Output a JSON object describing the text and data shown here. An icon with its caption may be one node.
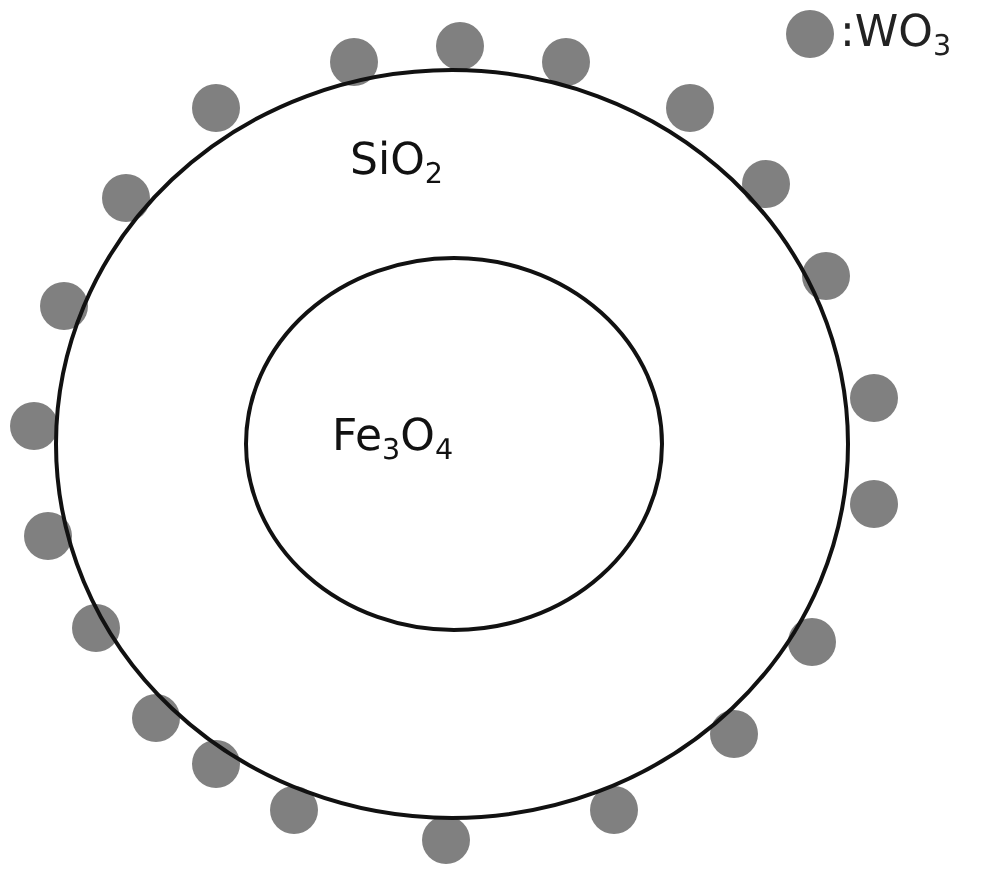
{
  "diagram": {
    "nodes": [
      {
        "text": [
          "SiO$_{2}$"
        ]
      },
      {
        "text": [
          "Fe$_{3}$O$_{4}$"
        ],
        "in": 0
      }
    ],
    "legend": [
      {
        "text": ":WO$_{3}$",
        "color": "#808080"
      }
    ]
  }
}
